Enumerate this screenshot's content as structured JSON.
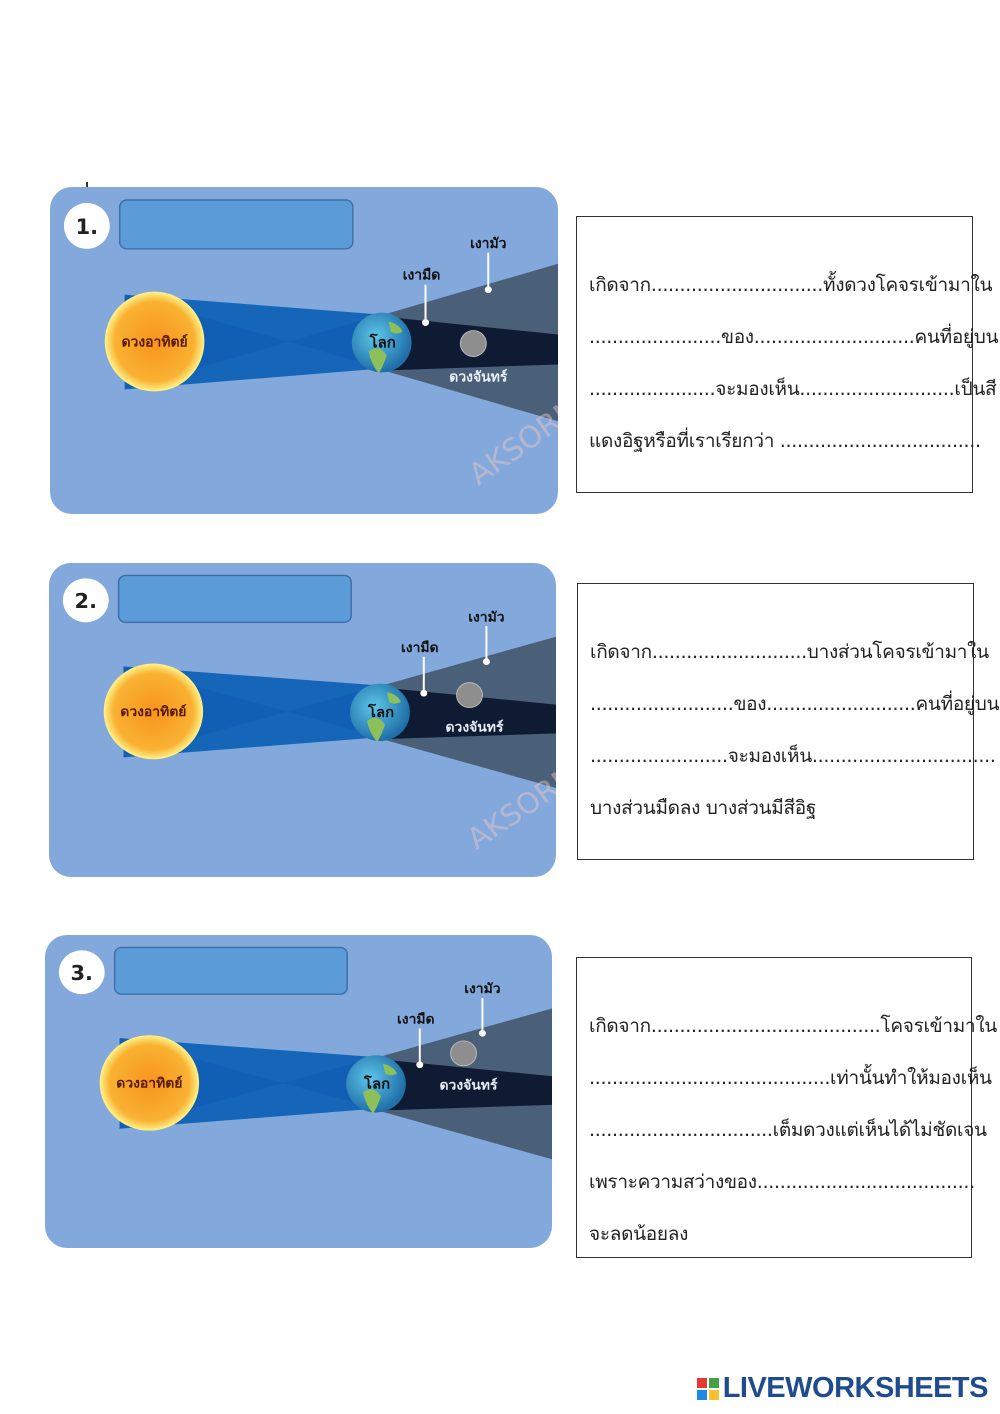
{
  "panels": [
    {
      "number": "1.",
      "labels": {
        "sun": "ดวงอาทิตย์",
        "earth": "โลก",
        "umbra": "เงามืด",
        "penumbra": "เงามัว",
        "moon": "ดวงจันทร์"
      },
      "watermark": "AKSORN"
    },
    {
      "number": "2.",
      "labels": {
        "sun": "ดวงอาทิตย์",
        "earth": "โลก",
        "umbra": "เงามืด",
        "penumbra": "เงามัว",
        "moon": "ดวงจันทร์"
      },
      "watermark": "AKSORN"
    },
    {
      "number": "3.",
      "labels": {
        "sun": "ดวงอาทิตย์",
        "earth": "โลก",
        "umbra": "เงามืด",
        "penumbra": "เงามัว",
        "moon": "ดวงจันทร์"
      },
      "watermark": ""
    }
  ],
  "boxes": [
    {
      "lines": [
        "เกิดจาก..............................ทั้งดวงโคจรเข้ามาใน",
        ".......................ของ............................คนที่อยู่บน",
        "......................จะมองเห็น...........................เป็นสี",
        "แดงอิฐหรือที่เราเรียกว่า ..................................."
      ]
    },
    {
      "lines": [
        "เกิดจาก...........................บางส่วนโคจรเข้ามาใน",
        ".........................ของ..........................คนที่อยู่บน",
        "........................จะมองเห็น................................",
        "บางส่วนมืดลง บางส่วนมีสีอิฐ"
      ]
    },
    {
      "lines": [
        "เกิดจาก........................................โคจรเข้ามาใน",
        "..........................................เท่านั้นทำให้มองเห็น",
        "................................เต็มดวงแต่เห็นได้ไม่ชัดเจน",
        "เพราะความสว่างของ......................................",
        "จะลดน้อยลง"
      ]
    }
  ],
  "footer": {
    "logo_text": "LIVEWORKSHEETS"
  },
  "colors": {
    "panel": "#83a9dc",
    "beam": "#1565b8",
    "umbra": "#0f1a33",
    "penumbra": "#4a5f78",
    "title_box": "#5b9bd8"
  }
}
